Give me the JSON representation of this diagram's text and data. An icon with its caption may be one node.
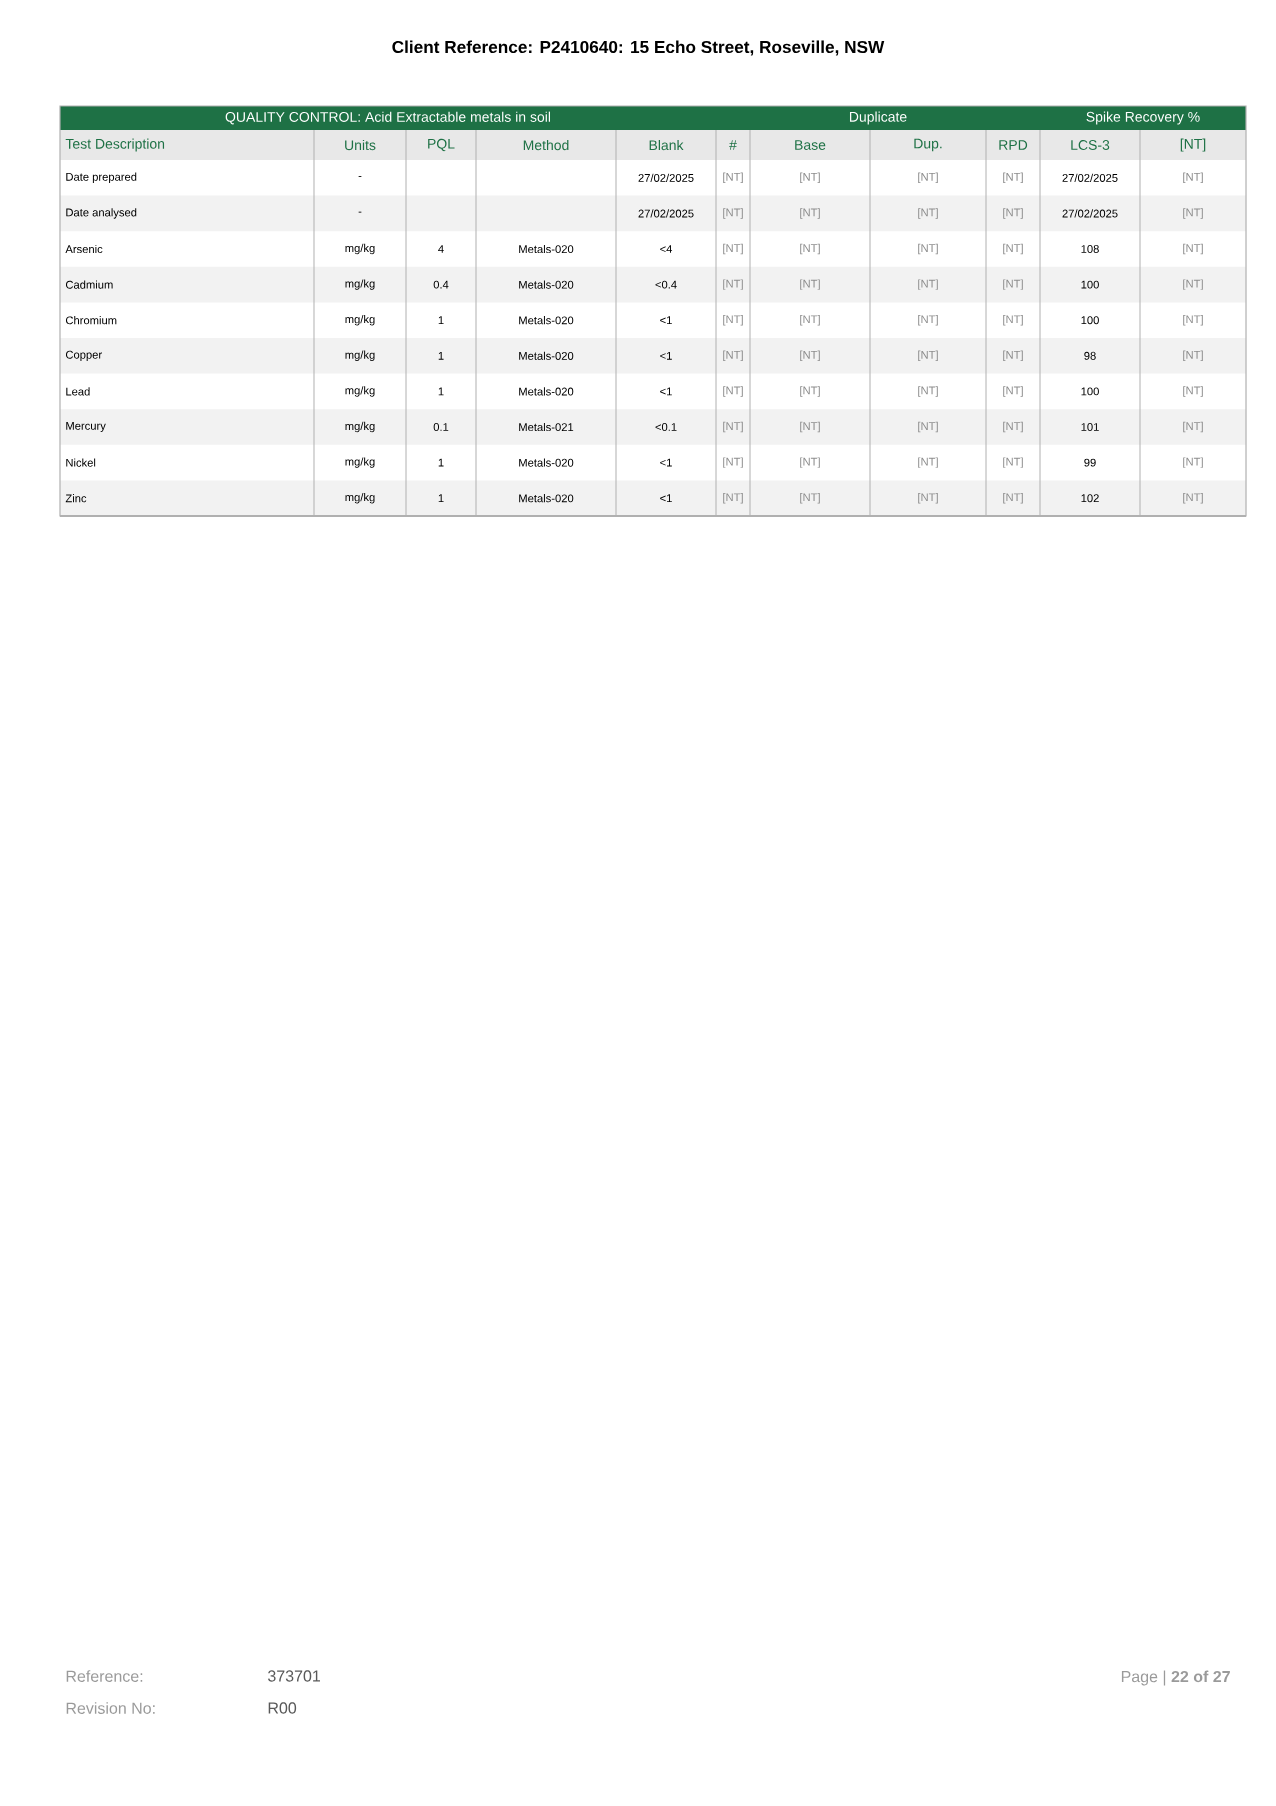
{
  "diagram": {
    "title": "Client Reference: P2410640: 15 Echo Street, Roseville, NSW",
    "labels": [
      "QUALITY CONTROL: Acid Extractable metals in soil",
      "Duplicate",
      "Spike Recovery %",
      "Test Description",
      "Units",
      "PQL",
      "Method",
      "Blank",
      "#",
      "Base",
      "Dup.",
      "RPD",
      "LCS-3",
      "[NT]",
      "Date prepared",
      "-",
      "27/02/2025",
      "[NT]",
      "[NT]",
      "[NT]",
      "[NT]",
      "27/02/2025",
      "[NT]",
      "Date analysed",
      "-",
      "27/02/2025",
      "[NT]",
      "[NT]",
      "[NT]",
      "[NT]",
      "27/02/2025",
      "[NT]",
      "Arsenic",
      "mg/kg",
      "4",
      "Metals-020",
      "<4",
      "[NT]",
      "[NT]",
      "[NT]",
      "[NT]",
      "108",
      "[NT]",
      "Cadmium",
      "mg/kg",
      "0.4",
      "Metals-020",
      "<0.4",
      "[NT]",
      "[NT]",
      "[NT]",
      "[NT]",
      "100",
      "[NT]",
      "Chromium",
      "mg/kg",
      "1",
      "Metals-020",
      "<1",
      "[NT]",
      "[NT]",
      "[NT]",
      "[NT]",
      "100",
      "[NT]",
      "Copper",
      "mg/kg",
      "1",
      "Metals-020",
      "<1",
      "[NT]",
      "[NT]",
      "[NT]",
      "[NT]",
      "98",
      "[NT]",
      "Lead",
      "mg/kg",
      "1",
      "Metals-020",
      "<1",
      "[NT]",
      "[NT]",
      "[NT]",
      "[NT]",
      "100",
      "[NT]",
      "Mercury",
      "mg/kg",
      "0.1",
      "Metals-021",
      "<0.1",
      "[NT]",
      "[NT]",
      "[NT]",
      "[NT]",
      "101",
      "[NT]",
      "Nickel",
      "mg/kg",
      "1",
      "Metals-020",
      "<1",
      "[NT]",
      "[NT]",
      "[NT]",
      "[NT]",
      "99",
      "[NT]",
      "Zinc",
      "mg/kg",
      "1",
      "Metals-020",
      "<1",
      "[NT]",
      "[NT]",
      "[NT]",
      "[NT]",
      "102",
      "[NT]",
      "Reference:",
      "373701",
      "Revision No:",
      "R00",
      "Page | **22 of 27**"
    ]
  }
}
